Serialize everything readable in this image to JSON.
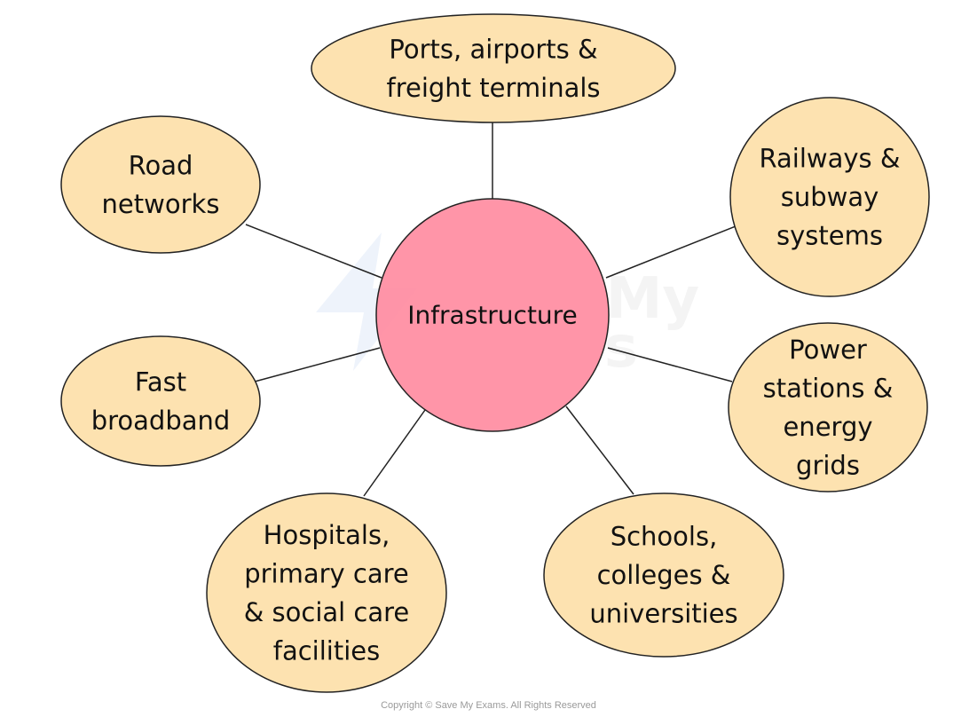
{
  "center": {
    "label": "Infrastructure",
    "fill": "#ff8ca1"
  },
  "node_fill": "#fde2b0",
  "stroke": "#222222",
  "watermark": {
    "lines": [
      "Save My",
      "Exams"
    ]
  },
  "nodes": [
    {
      "id": "ports",
      "lines": [
        "Ports, airports &",
        "freight terminals"
      ]
    },
    {
      "id": "railways",
      "lines": [
        "Railways &",
        "subway",
        "systems"
      ]
    },
    {
      "id": "power",
      "lines": [
        "Power",
        "stations &",
        "energy",
        "grids"
      ]
    },
    {
      "id": "schools",
      "lines": [
        "Schools,",
        "colleges &",
        "universities"
      ]
    },
    {
      "id": "hospitals",
      "lines": [
        "Hospitals,",
        "primary care",
        "& social care",
        "facilities"
      ]
    },
    {
      "id": "broadband",
      "lines": [
        "Fast",
        "broadband"
      ]
    },
    {
      "id": "road",
      "lines": [
        "Road",
        "networks"
      ]
    }
  ],
  "copyright": "Copyright © Save My Exams. All Rights Reserved"
}
